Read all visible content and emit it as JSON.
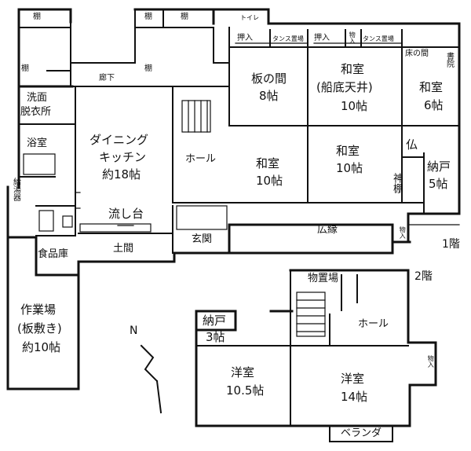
{
  "floor1": {
    "label": "1階",
    "rooms": {
      "tana_top_left": "棚",
      "tana_left": "棚",
      "tana_mid1": "棚",
      "tana_mid2": "棚",
      "tana_mid3": "棚",
      "toilet": "トイレ",
      "oshiire1": "押入",
      "tansu1": "タンス置場",
      "oshiire2": "押入",
      "monoire_top": "物入",
      "tansu2": "タンス置場",
      "tokonoma": "床の間",
      "shoin": "書院",
      "rouka": "廊下",
      "itanoma": "板の間",
      "itanoma_size": "8帖",
      "washitsu_funazoko": "和室",
      "funazoko_note": "(船底天井)",
      "funazoko_size": "10帖",
      "washitsu6": "和室",
      "washitsu6_size": "6帖",
      "senmen1": "洗面",
      "senmen2": "脱衣所",
      "dining1": "ダイニング",
      "dining2": "キッチン",
      "dining_size": "約18帖",
      "hall": "ホール",
      "washitsu10a": "和室",
      "washitsu10a_size": "10帖",
      "washitsu10b": "和室",
      "washitsu10b_size": "10帖",
      "butsu": "仏",
      "nando1": "納戸",
      "nando1_size": "5帖",
      "kamidana": "神棚",
      "yokushitsu": "浴室",
      "kyuto": "給湯器",
      "nagashidai": "流し台",
      "genkan": "玄関",
      "hiroen": "広縁",
      "monoire_r": "物入",
      "shokuhinko": "食品庫",
      "doma": "土間",
      "sagyoba": "作業場",
      "sagyoba_note": "(板敷き)",
      "sagyoba_size": "約10帖"
    }
  },
  "floor2": {
    "label": "2階",
    "rooms": {
      "monookiba": "物置場",
      "nando": "納戸",
      "nando_size": "3帖",
      "hall": "ホール",
      "youshitsu_a": "洋室",
      "youshitsu_a_size": "10.5帖",
      "youshitsu_b": "洋室",
      "youshitsu_b_size": "14帖",
      "monoire": "物入",
      "veranda": "ベランダ"
    }
  },
  "compass": "N"
}
